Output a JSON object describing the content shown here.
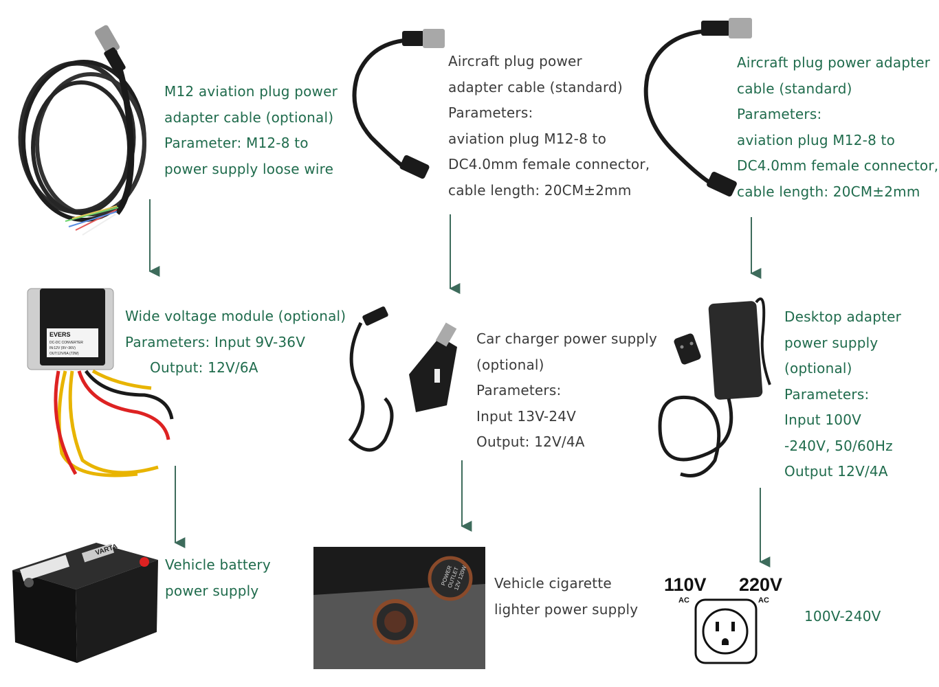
{
  "colors": {
    "green": "#1f6b4c",
    "gray": "#3a3a3a",
    "arrow": "#3d6b5b"
  },
  "items": {
    "m12_cable": {
      "lines": [
        "M12 aviation plug power",
        "adapter cable (optional)",
        "Parameter: M12-8 to",
        "power supply loose wire"
      ]
    },
    "aircraft_cable_a": {
      "lines": [
        "Aircraft plug power",
        "adapter cable (standard)",
        "Parameters:",
        "aviation plug M12-8 to",
        "DC4.0mm female connector,",
        "cable length: 20CM±2mm"
      ]
    },
    "aircraft_cable_b": {
      "lines": [
        "Aircraft plug power adapter",
        "cable (standard)",
        "Parameters:",
        "aviation plug M12-8 to",
        "DC4.0mm female connector,",
        "cable length: 20CM±2mm"
      ]
    },
    "wide_voltage": {
      "lines": [
        "Wide voltage module (optional)",
        "Parameters: Input 9V-36V",
        "Output: 12V/6A"
      ]
    },
    "car_charger": {
      "lines": [
        "Car charger power supply",
        "(optional)",
        "Parameters:",
        "Input 13V-24V",
        "Output: 12V/4A"
      ]
    },
    "desktop_adapter": {
      "lines": [
        "Desktop adapter",
        "power supply",
        "(optional)",
        "Parameters:",
        "Input 100V",
        "-240V, 50/60Hz",
        "Output 12V/4A"
      ]
    },
    "battery": {
      "lines": [
        "Vehicle battery",
        "power supply"
      ]
    },
    "cigarette": {
      "lines": [
        "Vehicle cigarette",
        "lighter power supply"
      ]
    },
    "mains": {
      "lines": [
        "100V-240V"
      ]
    }
  },
  "socket_graphic": {
    "left_voltage": "110V",
    "left_sub": "AC",
    "right_voltage": "220V",
    "right_sub": "AC"
  },
  "module_label": {
    "brand": "EVERS",
    "l1": "DC-DC   CONVERTER",
    "l2": "IN:12V  (9V~36V)",
    "l3": "OUT:12V/6A  (72W)"
  },
  "battery_label": {
    "brand": "VARTA"
  },
  "outlet_label": {
    "l1": "POWER",
    "l2": "OUTLET",
    "l3": "12V 120W"
  }
}
